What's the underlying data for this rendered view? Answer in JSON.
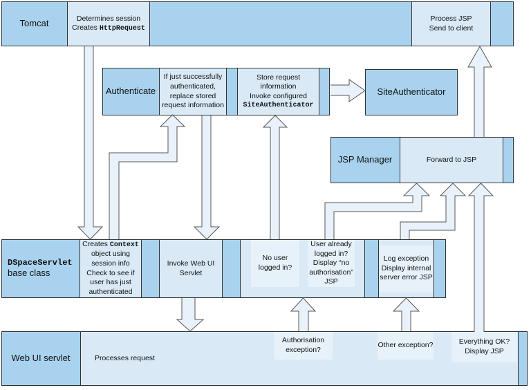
{
  "colors": {
    "band_medium": "#a9d2ee",
    "box_light": "#d9e9f6",
    "box_lighter": "#e7f1fa",
    "arrow_fill": "#e9f2fb",
    "border": "#333333",
    "arrow_stroke": "#555555",
    "background": "#ffffff"
  },
  "nodes": {
    "tomcat_label": "Tomcat",
    "tomcat_session": {
      "line1": "Determines session",
      "line2_prefix": "Creates ",
      "line2_code": "HttpRequest"
    },
    "process_jsp": {
      "line1": "Process JSP",
      "line2": "Send to client"
    },
    "authenticate_label": "Authenticate",
    "auth_replace": "If just successfully authenticated, replace stored request information",
    "store_request": {
      "line1": "Store request information",
      "line2": "Invoke configured",
      "line3_code": "SiteAuthenticator"
    },
    "site_authenticator": "SiteAuthenticator",
    "jsp_manager_label": "JSP Manager",
    "forward_jsp": "Forward to JSP",
    "dspace_label": {
      "code": "DSpaceServlet",
      "rest": "base class"
    },
    "creates_context": {
      "prefix": "Creates ",
      "code": "Context",
      "rest": " object using session info Check to see if user has just authenticated"
    },
    "invoke_webui": "Invoke Web UI Servlet",
    "no_user": "No user logged in?",
    "user_already": "User already logged in? Display “no authorisation” JSP",
    "log_exception": "Log exception Display internal server error JSP",
    "webui_label": "Web UI servlet",
    "processes_request": "Processes request",
    "auth_exception": "Authorisation exception?",
    "other_exception": "Other exception?",
    "everything_ok": "Everything OK? Display JSP"
  }
}
